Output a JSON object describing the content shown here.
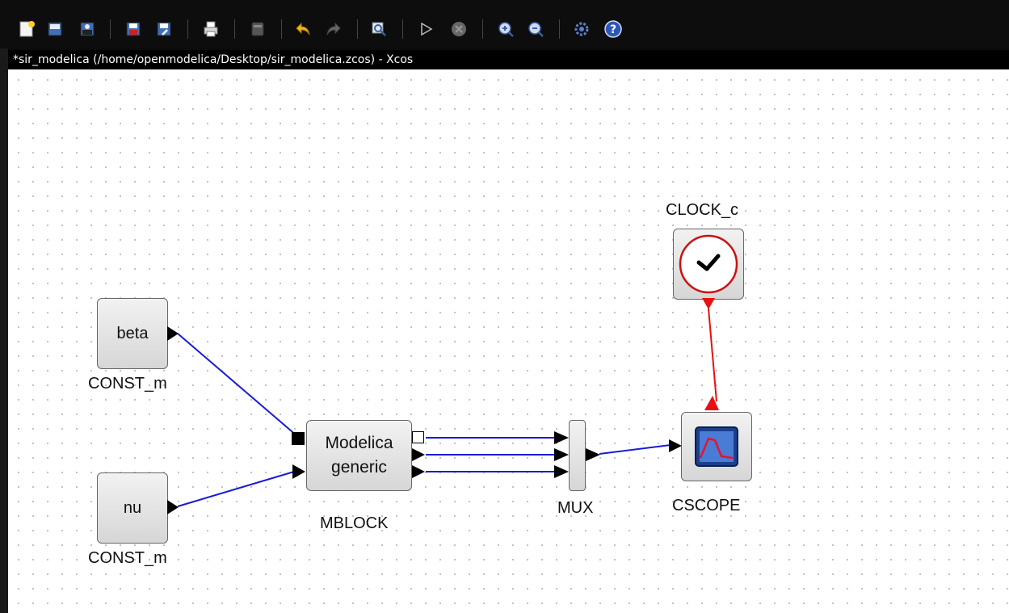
{
  "window": {
    "title": "*sir_modelica (/home/openmodelica/Desktop/sir_modelica.zcos) - Xcos"
  },
  "toolbar": {
    "icons": [
      "new-diagram-icon",
      "open-icon",
      "open-in-scilab-icon",
      "save-icon",
      "save-as-icon",
      "print-icon",
      "export-icon",
      "undo-icon",
      "redo-icon",
      "fit-diagram-icon",
      "start-simulation-icon",
      "stop-simulation-icon",
      "zoom-in-icon",
      "zoom-out-icon",
      "setup-icon",
      "help-icon"
    ]
  },
  "blocks": {
    "beta": {
      "text": "beta",
      "caption": "CONST_m"
    },
    "nu": {
      "text": "nu",
      "caption": "CONST_m"
    },
    "mblock": {
      "line1": "Modelica",
      "line2": "generic",
      "caption": "MBLOCK"
    },
    "mux": {
      "caption": "MUX"
    },
    "clock": {
      "caption": "CLOCK_c"
    },
    "cscope": {
      "caption": "CSCOPE"
    }
  },
  "colors": {
    "data_link": "#1a1ad8",
    "event_link": "#e81010",
    "clock_ring": "#cc1111",
    "scope_screen": "#1c3f8c"
  }
}
